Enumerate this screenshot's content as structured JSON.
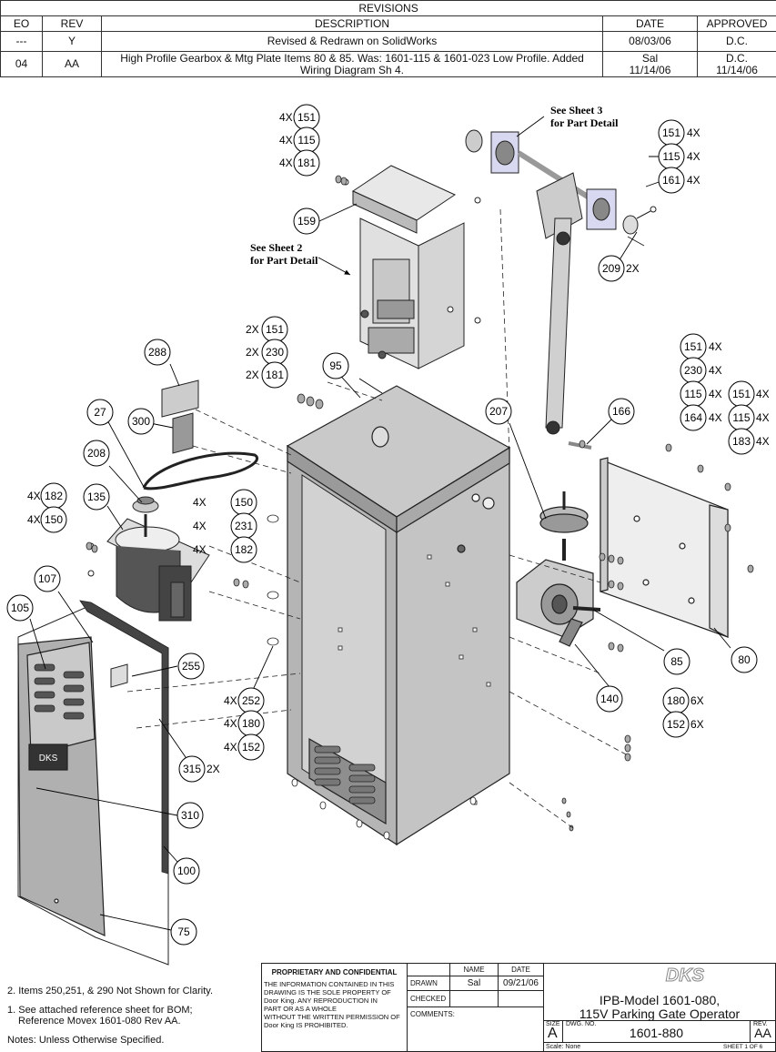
{
  "revisions": {
    "title": "REVISIONS",
    "headers": {
      "eo": "EO",
      "rev": "REV",
      "description": "DESCRIPTION",
      "date": "DATE",
      "approved": "APPROVED"
    },
    "rows": [
      {
        "eo": "---",
        "rev": "Y",
        "description": "Revised & Redrawn on SolidWorks",
        "date": "08/03/06",
        "approved": "D.C."
      },
      {
        "eo": "04",
        "rev": "AA",
        "description_1": "High Profile Gearbox & Mtg Plate Items 80 & 85. Was: 1601-115 & 1601-023 Low Profile. Added",
        "description_2": "Wiring Diagram Sh 4.",
        "date_1": "Sal",
        "date_2": "11/14/06",
        "approved_1": "D.C.",
        "approved_2": "11/14/06"
      }
    ]
  },
  "callouts": {
    "c151a": "151",
    "c115a": "115",
    "c181a": "181",
    "c159": "159",
    "c151b": "151",
    "c115b": "115",
    "c161": "161",
    "c209": "209",
    "c151c": "151",
    "c230c": "230",
    "c181c": "181",
    "c95": "95",
    "c288": "288",
    "c27": "27",
    "c300": "300",
    "c207": "207",
    "c166": "166",
    "c151d": "151",
    "c230d": "230",
    "c115d": "115",
    "c164d": "164",
    "c151e": "151",
    "c115e": "115",
    "c183e": "183",
    "c208": "208",
    "c135": "135",
    "c182a": "182",
    "c150a": "150",
    "c150b": "150",
    "c231b": "231",
    "c182b": "182",
    "c107": "107",
    "c105": "105",
    "c255": "255",
    "c252": "252",
    "c180": "180",
    "c152": "152",
    "c85": "85",
    "c80": "80",
    "c140": "140",
    "c180r": "180",
    "c152r": "152",
    "c315": "315",
    "c310": "310",
    "c100": "100",
    "c75": "75"
  },
  "qty": {
    "x4": "4X",
    "x2": "2X",
    "x6": "6X"
  },
  "notes_labels": {
    "sheet3_1": "See Sheet 3",
    "sheet3_2": "for Part Detail",
    "sheet2_1": "See Sheet 2",
    "sheet2_2": "for Part Detail"
  },
  "notes": {
    "n2": "2. Items 250,251, & 290 Not Shown for Clarity.",
    "n1_1": "1. See attached reference sheet for BOM;",
    "n1_2": "Reference Movex 1601-080 Rev AA.",
    "n0": "Notes: Unless Otherwise Specified."
  },
  "title_block": {
    "proprietary_title": "PROPRIETARY AND CONFIDENTIAL",
    "proprietary_text": [
      "THE INFORMATION CONTAINED IN THIS",
      "DRAWING IS THE SOLE PROPERTY OF",
      "Door King.  ANY REPRODUCTION IN",
      "PART OR AS A WHOLE",
      "WITHOUT THE WRITTEN PERMISSION OF",
      "Door King IS PROHIBITED."
    ],
    "name_header": "NAME",
    "date_header": "DATE",
    "drawn_label": "DRAWN",
    "drawn_name": "Sal",
    "drawn_date": "09/21/06",
    "checked_label": "CHECKED",
    "comments_label": "COMMENTS:",
    "logo": "DKS",
    "title_1": "IPB-Model 1601-080,",
    "title_2": "115V Parking Gate Operator",
    "size_label": "SIZE",
    "size_value": "A",
    "dwg_label": "DWG.  NO.",
    "dwg_value": "1601-880",
    "rev_label": "REV.",
    "rev_value": "AA",
    "scale": "Scale: None",
    "sheet": "SHEET 1 OF 6"
  }
}
